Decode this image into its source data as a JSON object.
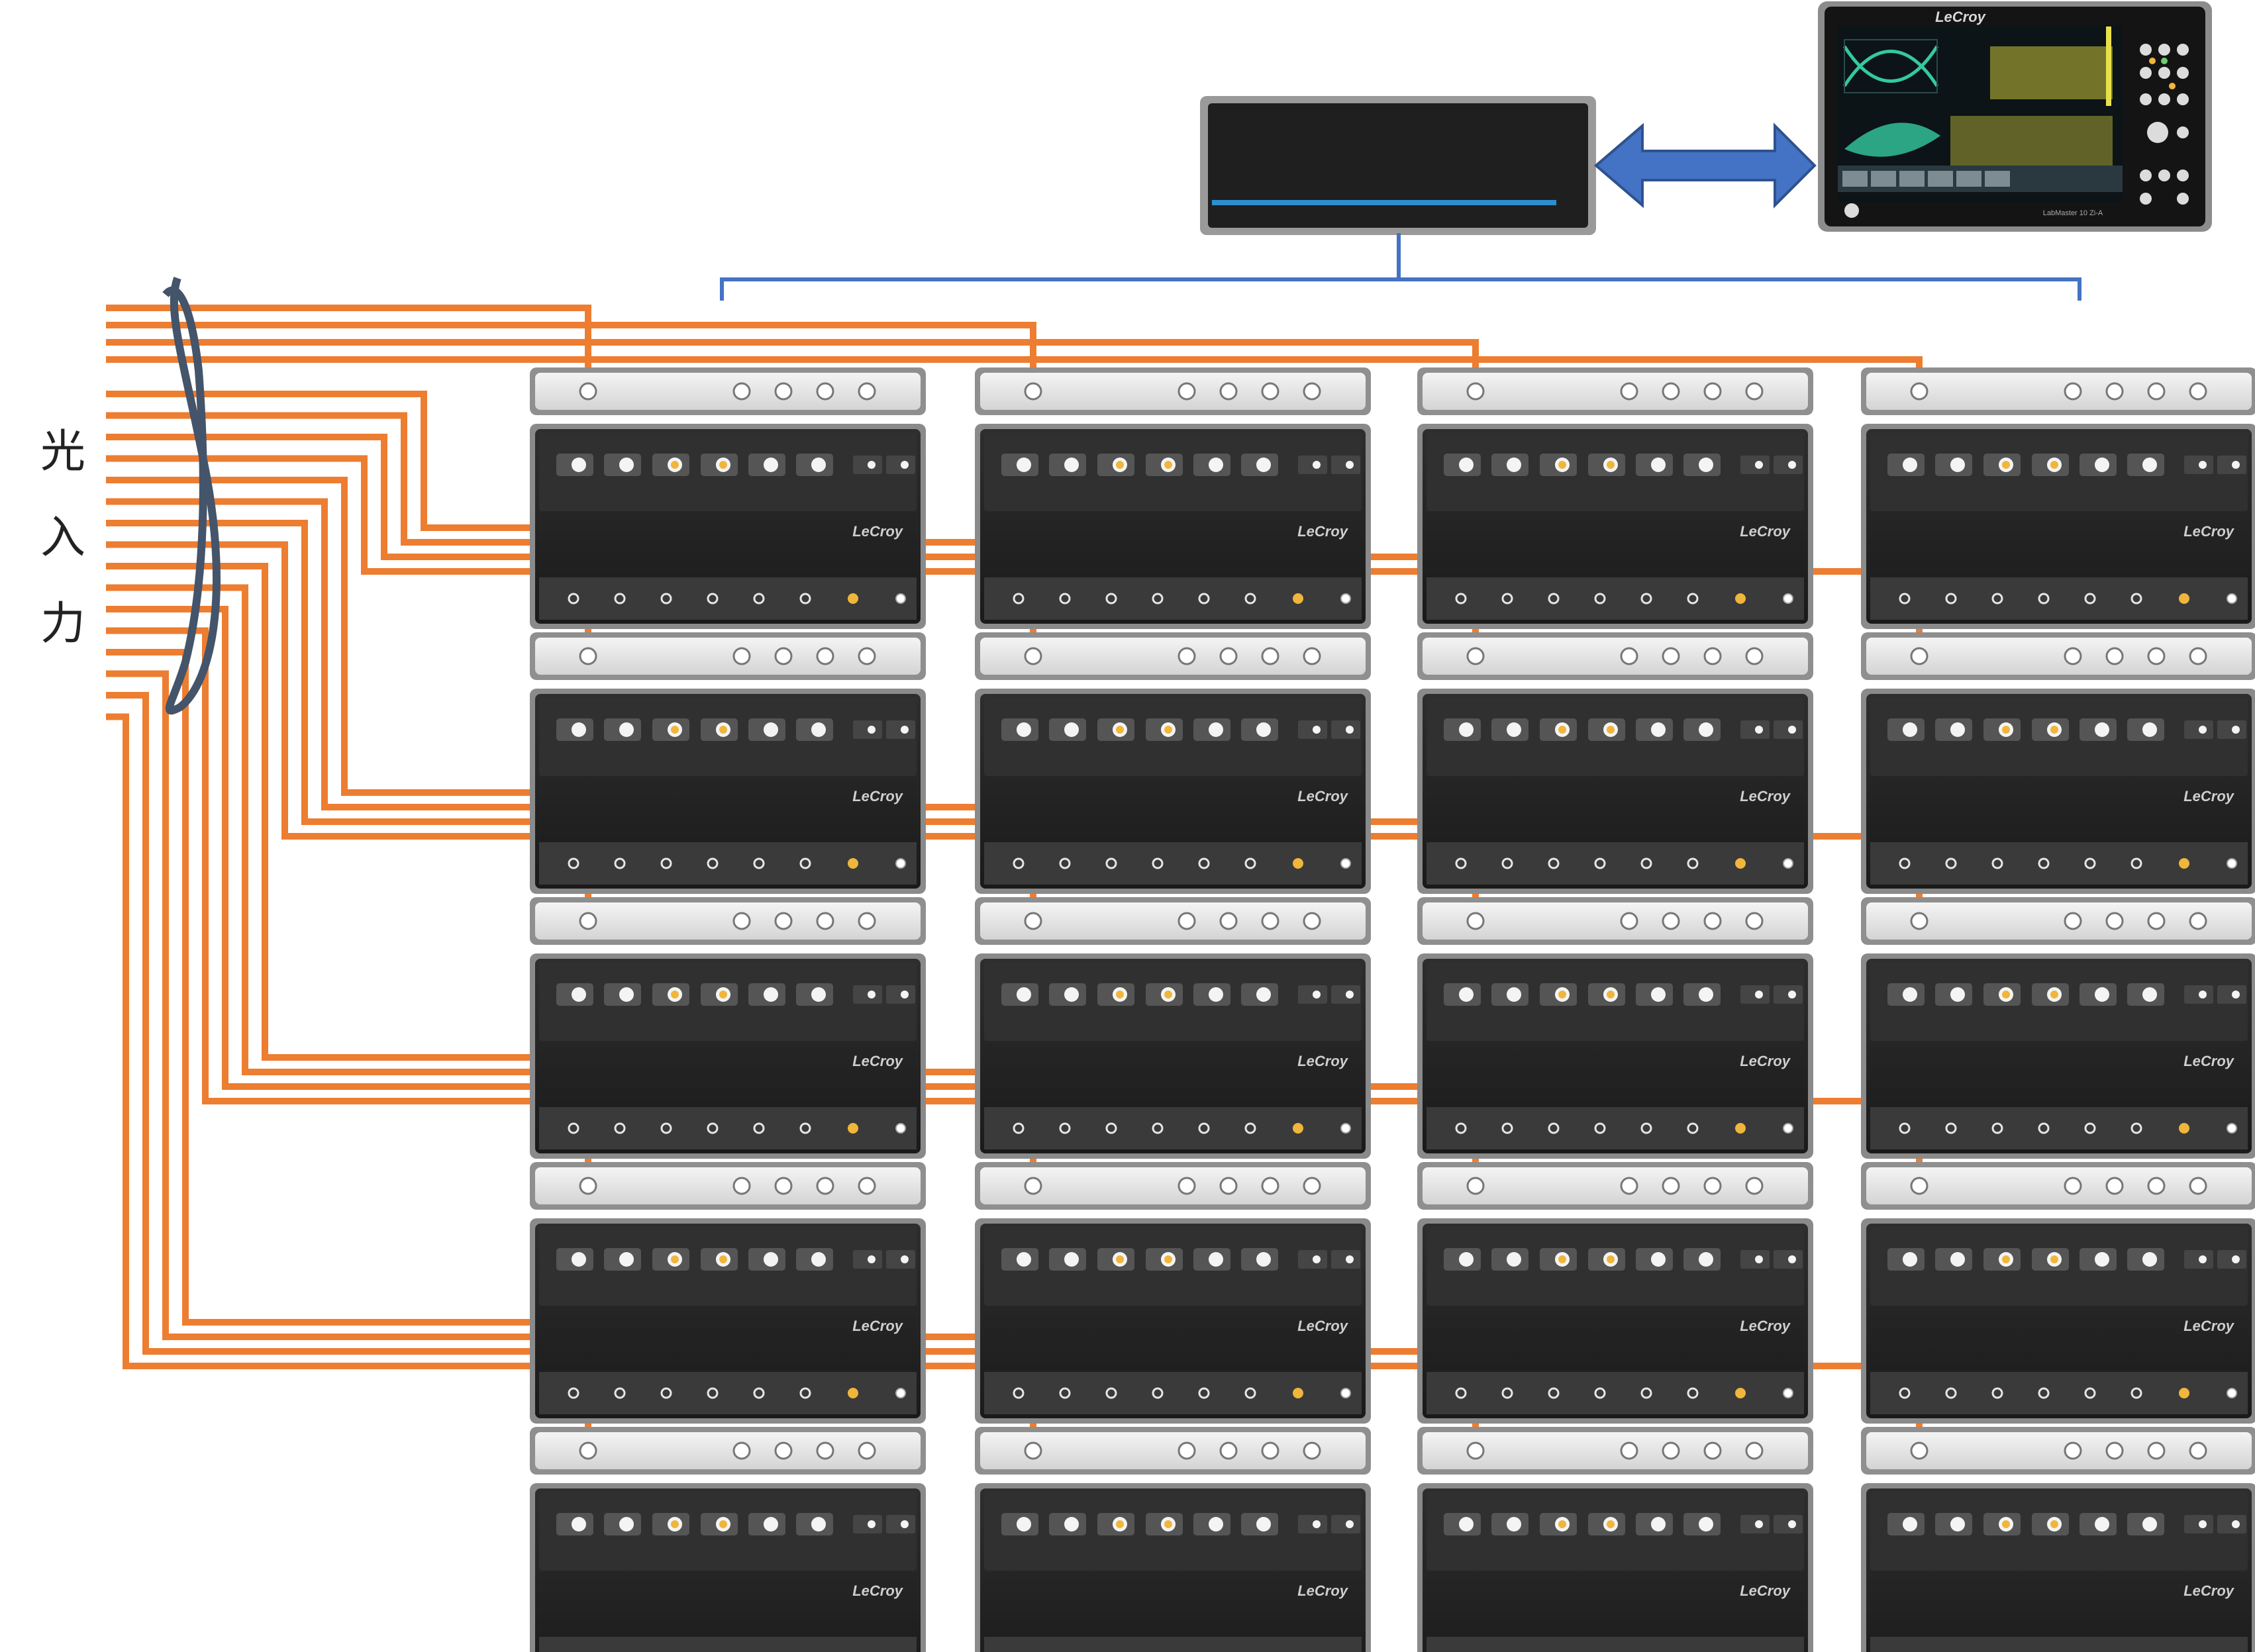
{
  "side_label": {
    "chars": [
      "光",
      "入",
      "力"
    ]
  },
  "unit_brand": "LeCroy",
  "scope": {
    "brand": "LeCroy",
    "model_badge": "LabMaster 10 Zi-A"
  },
  "grid": {
    "rows": 5,
    "cols": 4
  },
  "colors": {
    "fiber": "#ed7d31",
    "bus": "#4472c4",
    "arrow": "#4472c4",
    "bundle_loop": "#44546a",
    "module_dark": "#222222",
    "rail_light": "#e6e6e6",
    "led_amber": "#f0b63c",
    "scope_trace_green": "#34c9a0",
    "scope_trace_yellow": "#c9c23a"
  },
  "icons": [
    "double-headed-arrow-icon",
    "oscilloscope-icon",
    "control-unit-icon"
  ]
}
